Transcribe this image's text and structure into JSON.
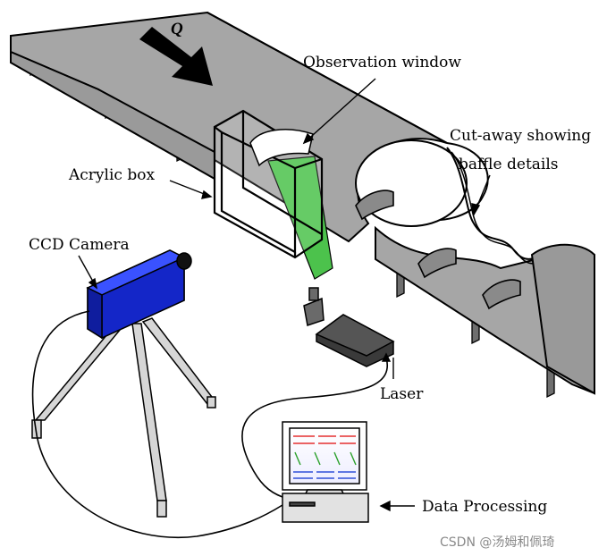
{
  "diagram": {
    "flow_label": "Q",
    "labels": {
      "observation_window": "Observation window",
      "cutaway": "Cut-away showing",
      "cutaway_line2": "baffle details",
      "acrylic_box": "Acrylic box",
      "ccd_camera": "CCD Camera",
      "laser": "Laser",
      "data_processing": "Data Processing"
    },
    "watermark": "CSDN @汤姆和佩琦",
    "colors": {
      "channel": "#a6a6a6",
      "laser_sheet": "#4cc24c",
      "camera": "#1a2ff0",
      "laser_body": "#3a3a3a"
    }
  }
}
